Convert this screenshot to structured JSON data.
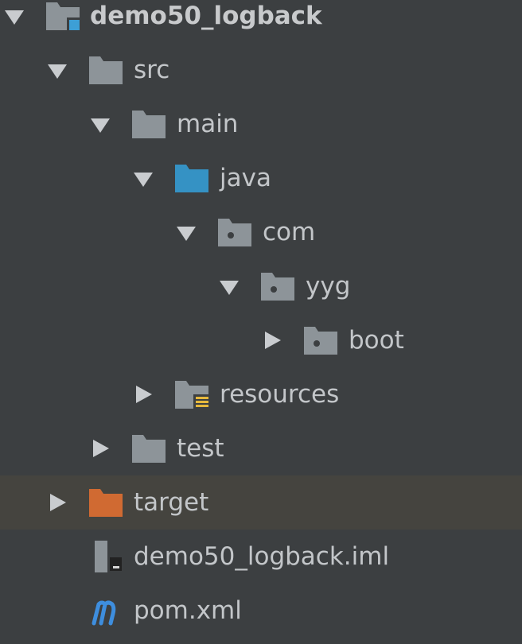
{
  "colors": {
    "background": "#3c3f41",
    "excluded_row_background": "#45443f",
    "text": "#c3c6c9",
    "folder": "#8d9499",
    "source_folder": "#3592c4",
    "excluded_folder": "#d06a32",
    "resources_badge": "#e6b83c",
    "maven_m": "#3e8ede"
  },
  "tree": {
    "project": {
      "label": "demo50_logback",
      "icon": "project-module-icon",
      "state": "expanded"
    },
    "src": {
      "label": "src",
      "icon": "folder-icon",
      "state": "expanded"
    },
    "main": {
      "label": "main",
      "icon": "folder-icon",
      "state": "expanded"
    },
    "java": {
      "label": "java",
      "icon": "source-root-folder-icon",
      "state": "expanded"
    },
    "com": {
      "label": "com",
      "icon": "package-icon",
      "state": "expanded"
    },
    "yyg": {
      "label": "yyg",
      "icon": "package-icon",
      "state": "expanded"
    },
    "boot": {
      "label": "boot",
      "icon": "package-icon",
      "state": "collapsed"
    },
    "resources": {
      "label": "resources",
      "icon": "resources-root-folder-icon",
      "state": "collapsed"
    },
    "test": {
      "label": "test",
      "icon": "folder-icon",
      "state": "collapsed"
    },
    "target": {
      "label": "target",
      "icon": "excluded-folder-icon",
      "state": "collapsed"
    },
    "iml": {
      "label": "demo50_logback.iml",
      "icon": "iml-file-icon"
    },
    "pom": {
      "label": "pom.xml",
      "icon": "maven-pom-icon"
    }
  }
}
